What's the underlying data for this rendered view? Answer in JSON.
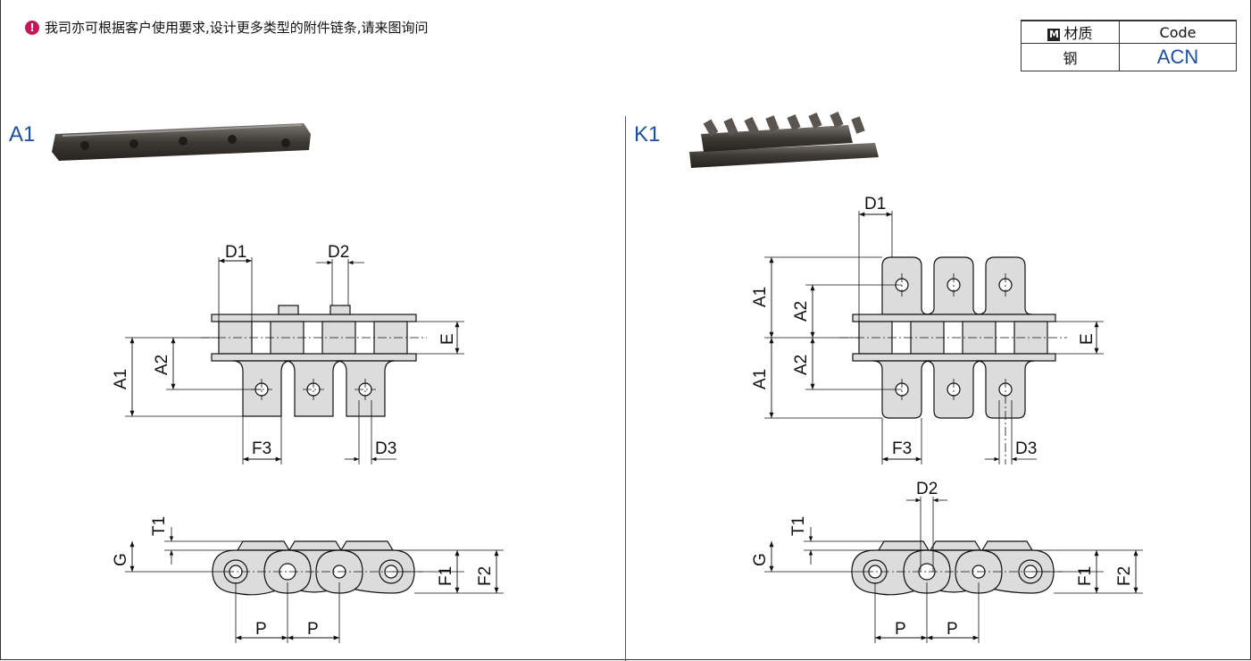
{
  "notice": {
    "icon": "warning-icon",
    "text": "我司亦可根据客户使用要求,设计更多类型的附件链条,请来图询问"
  },
  "code_table": {
    "header_material_badge": "M",
    "header_material": "材质",
    "header_code": "Code",
    "material": "钢",
    "code": "ACN"
  },
  "panels": [
    {
      "title": "A1",
      "labels": {
        "d1": "D1",
        "d2": "D2",
        "d3": "D3",
        "f3": "F3",
        "e": "E",
        "a1": "A1",
        "a2": "A2",
        "t1": "T1",
        "g": "G",
        "f1": "F1",
        "f2": "F2",
        "p1": "P",
        "p2": "P"
      }
    },
    {
      "title": "K1",
      "labels": {
        "d1": "D1",
        "d2": "D2",
        "d3": "D3",
        "f3": "F3",
        "e": "E",
        "a1_top": "A1",
        "a2_top": "A2",
        "a1_bottom": "A1",
        "a2_bottom": "A2",
        "t1": "T1",
        "g": "G",
        "f1": "F1",
        "f2": "F2",
        "p1": "P",
        "p2": "P"
      }
    }
  ],
  "colors": {
    "accent": "#1f4e9c",
    "part_fill": "#dcdcdc",
    "line": "#111111",
    "warning": "#c2185b"
  }
}
